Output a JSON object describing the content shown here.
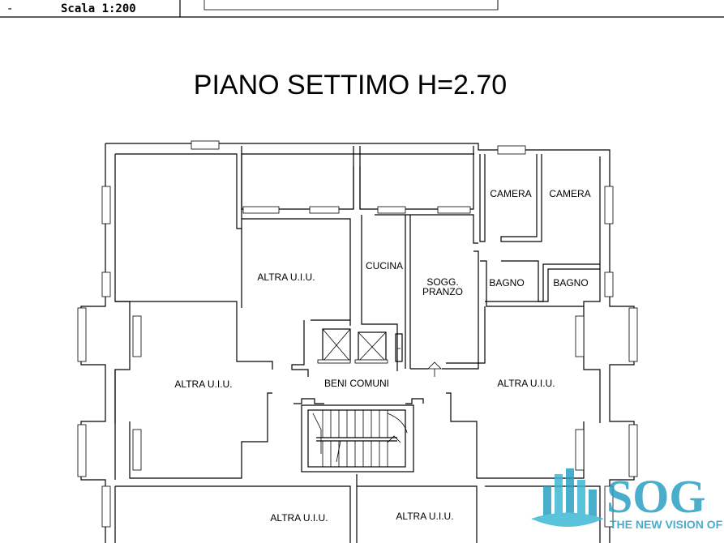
{
  "header": {
    "left_fragment": "-",
    "scale_label": "Scala 1:200"
  },
  "title": "PIANO SETTIMO H=2.70",
  "rooms": {
    "camera_1": "CAMERA",
    "camera_2": "CAMERA",
    "bagno_1": "BAGNO",
    "bagno_2": "BAGNO",
    "cucina": "CUCINA",
    "sogg_line1": "SOGG.",
    "sogg_line2": "PRANZO",
    "altra_top_left": "ALTRA U.I.U.",
    "altra_mid_left": "ALTRA U.I.U.",
    "altra_mid_right": "ALTRA U.I.U.",
    "altra_bottom_left": "ALTRA U.I.U.",
    "altra_bottom_right": "ALTRA U.I.U.",
    "beni_comuni": "BENI COMUNI"
  },
  "watermark": {
    "brand": "SOG",
    "tagline": "THE NEW VISION OF R",
    "color": "#2a9fc4",
    "accent_color": "#3fb8d6"
  }
}
